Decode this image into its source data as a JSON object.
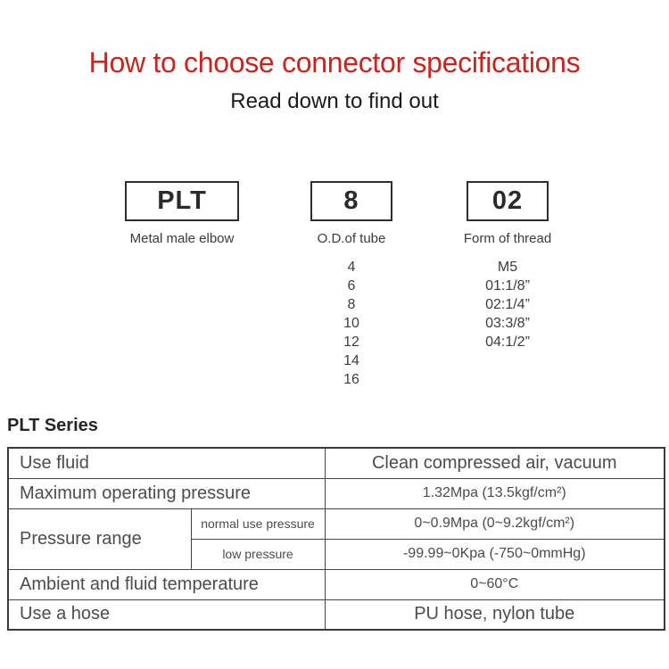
{
  "header": {
    "title": "How to choose connector specifications",
    "subtitle": "Read down to find out"
  },
  "spec_code": {
    "segments": [
      {
        "code": "PLT",
        "label": "Metal male elbow",
        "options": []
      },
      {
        "code": "8",
        "label": "O.D.of tube",
        "options": [
          "4",
          "6",
          "8",
          "10",
          "12",
          "14",
          "16"
        ]
      },
      {
        "code": "02",
        "label": "Form of thread",
        "options": [
          "M5",
          "01:1/8”",
          "02:1/4”",
          "03:3/8”",
          "04:1/2”"
        ]
      }
    ]
  },
  "series": {
    "heading": "PLT Series",
    "table": {
      "rows": [
        {
          "label": "Use fluid",
          "value": "Clean compressed air, vacuum"
        },
        {
          "label": "Maximum operating pressure",
          "value": "1.32Mpa (13.5kgf/cm²)"
        },
        {
          "group": "Pressure range",
          "label": "normal use pressure",
          "value": "0~0.9Mpa (0~9.2kgf/cm²)"
        },
        {
          "label": "low pressure",
          "value": "-99.99~0Kpa (-750~0mmHg)"
        },
        {
          "label": "Ambient and fluid temperature",
          "value": "0~60°C"
        },
        {
          "label": "Use a hose",
          "value": "PU hose, nylon tube"
        }
      ]
    }
  },
  "colors": {
    "accent_red": "#c9241f",
    "row_highlight": "#f5ecdd",
    "table_border": "#454545"
  }
}
